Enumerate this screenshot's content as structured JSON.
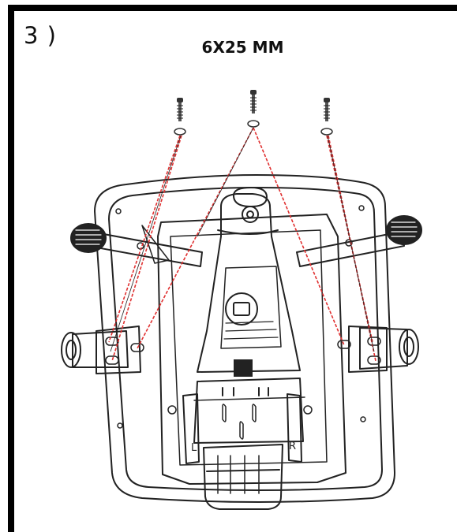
{
  "step": {
    "label": "3 )"
  },
  "screw_spec": "6X25 MM",
  "marks": {
    "left": "L",
    "right": "R"
  },
  "colors": {
    "stroke": "#222222",
    "guide": "#e03030",
    "frame": "#000000"
  },
  "screws": [
    {
      "name": "screw-left"
    },
    {
      "name": "screw-center"
    },
    {
      "name": "screw-right"
    }
  ]
}
